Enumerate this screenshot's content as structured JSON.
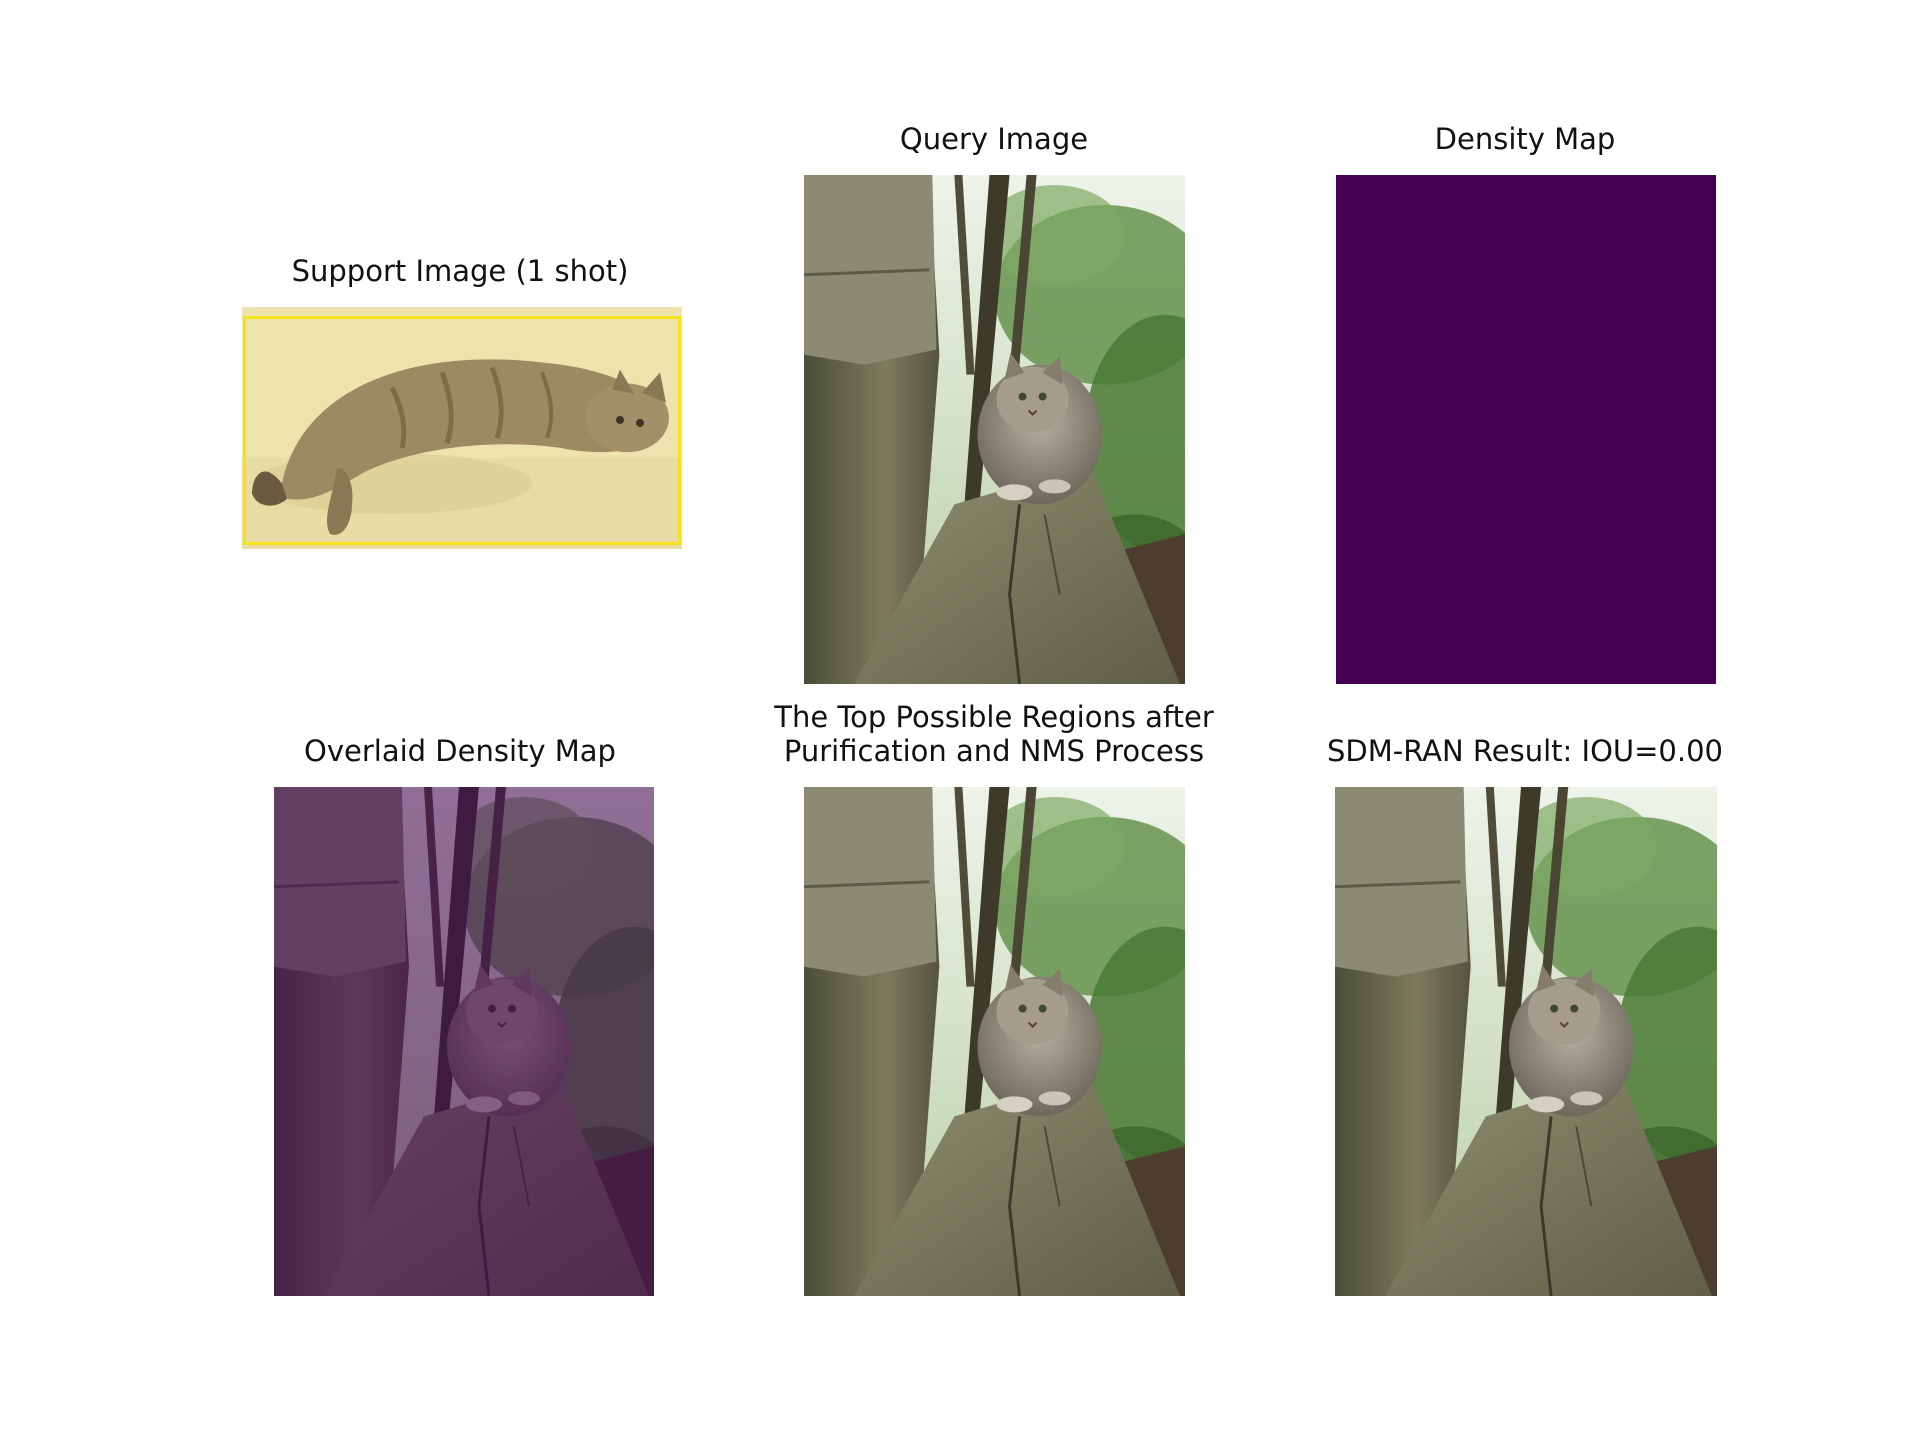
{
  "panels": {
    "support": {
      "title": "Support Image (1 shot)"
    },
    "query": {
      "title": "Query Image"
    },
    "density": {
      "title": "Density Map",
      "fill_color": "#440154"
    },
    "overlaid": {
      "title": "Overlaid Density Map",
      "tint_color": "#440154"
    },
    "regions": {
      "title_line1": "The Top Possible Regions after",
      "title_line2": "Purification and NMS Process"
    },
    "result": {
      "title": "SDM-RAN Result: IOU=0.00"
    }
  },
  "colors": {
    "bbox": "#f4e21a",
    "viridis_low": "#440154"
  },
  "icons": {
    "support_image": "cat-lying-on-carpet",
    "query_image": "cat-on-wooden-log-in-forest"
  }
}
